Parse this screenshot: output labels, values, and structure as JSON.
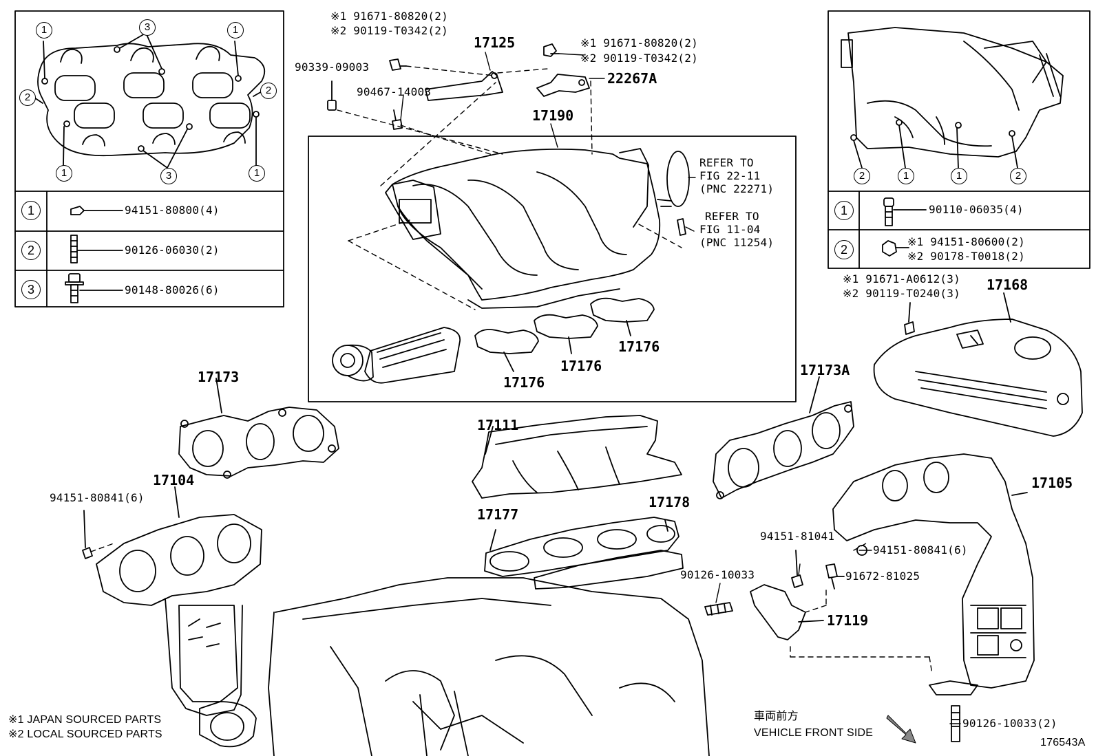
{
  "diagram": {
    "id": "176543A",
    "front_label_jp": "車両前方",
    "front_label_en": "VEHICLE FRONT SIDE",
    "notes": [
      "※1 JAPAN SOURCED PARTS",
      "※2 LOCAL SOURCED PARTS"
    ]
  },
  "inset_left": {
    "callouts": [
      "1",
      "1",
      "1",
      "1",
      "2",
      "2",
      "3",
      "3"
    ],
    "legend": [
      {
        "key": "1",
        "part": "94151-80800(4)",
        "icon": "flange-nut-icon"
      },
      {
        "key": "2",
        "part": "90126-06030(2)",
        "icon": "stud-bolt-icon"
      },
      {
        "key": "3",
        "part": "90148-80026(6)",
        "icon": "flange-bolt-icon"
      }
    ]
  },
  "inset_right": {
    "callouts": [
      "2",
      "1",
      "1",
      "2"
    ],
    "legend": [
      {
        "key": "1",
        "part": "90110-06035(4)",
        "icon": "bolt-icon"
      },
      {
        "key": "2",
        "part_1": "※1 94151-80600(2)",
        "part_2": "※2 90178-T0018(2)",
        "icon": "nut-icon"
      }
    ]
  },
  "refs": {
    "r17125": "17125",
    "r17190": "17190",
    "r22267a": "22267A",
    "r17176_a": "17176",
    "r17176_b": "17176",
    "r17176_c": "17176",
    "r17173": "17173",
    "r17173a": "17173A",
    "r17168": "17168",
    "r17104": "17104",
    "r17105": "17105",
    "r17111": "17111",
    "r17177": "17177",
    "r17178": "17178",
    "r17119": "17119"
  },
  "parts": {
    "p_top_a1": "※1 91671-80820(2)",
    "p_top_a2": "※2 90119-T0342(2)",
    "p_top_b1": "※1 91671-80820(2)",
    "p_top_b2": "※2 90119-T0342(2)",
    "p_90339": "90339-09003",
    "p_90467": "90467-14003",
    "p_rh_1": "※1 91671-A0612(3)",
    "p_rh_2": "※2 90119-T0240(3)",
    "p_94151_80841_l": "94151-80841(6)",
    "p_94151_80841_r": "94151-80841(6)",
    "p_94151_81041": "94151-81041",
    "p_90126_10033_a": "90126-10033",
    "p_90126_10033_b": "90126-10033(2)",
    "p_91672_81025": "91672-81025"
  },
  "refer": {
    "a": [
      "REFER TO",
      "FIG 22-11",
      "(PNC 22271)"
    ],
    "b": [
      "REFER TO",
      "FIG 11-04",
      "(PNC 11254)"
    ]
  }
}
